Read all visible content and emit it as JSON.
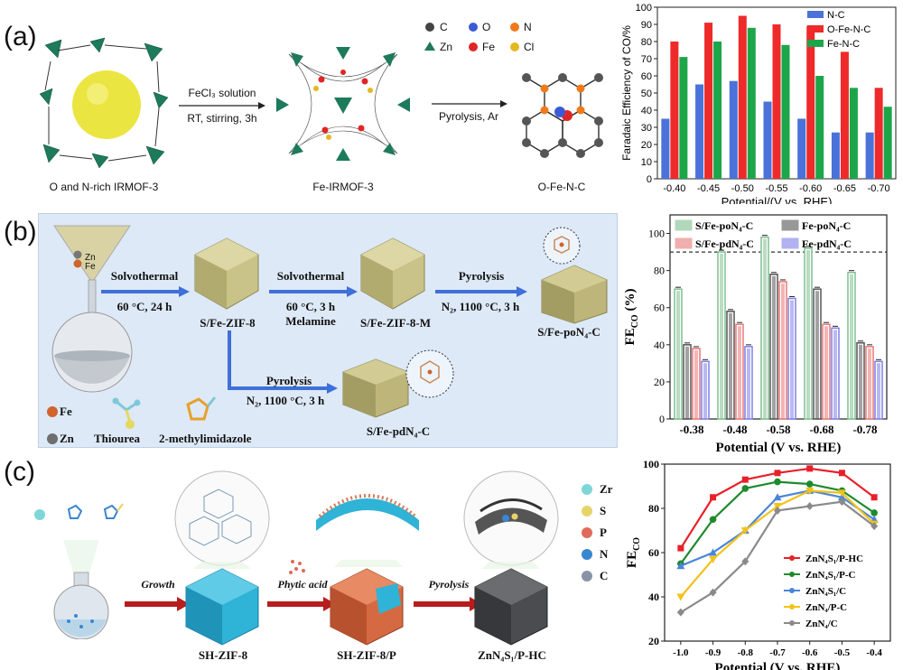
{
  "panels": {
    "a": {
      "letter": "(a)",
      "structures": [
        "O and N-rich IRMOF-3",
        "Fe-IRMOF-3",
        "O-Fe-N-C"
      ],
      "steps": [
        {
          "line1": "FeCl₃ solution",
          "line2": "RT, stirring, 3h"
        },
        {
          "line1": "Pyrolysis, Ar",
          "line2": ""
        }
      ],
      "atom_legend": [
        {
          "label": "C",
          "color": "#444444",
          "shape": "circle"
        },
        {
          "label": "O",
          "color": "#3b5bd6",
          "shape": "circle"
        },
        {
          "label": "N",
          "color": "#f07a1a",
          "shape": "circle"
        },
        {
          "label": "Zn",
          "color": "#1f7a55",
          "shape": "triangle"
        },
        {
          "label": "Fe",
          "color": "#e02525",
          "shape": "circle"
        },
        {
          "label": "Cl",
          "color": "#e5b820",
          "shape": "circle"
        }
      ]
    },
    "b": {
      "letter": "(b)",
      "labels": {
        "sfe_zif8": "S/Fe-ZIF-8",
        "sfe_zif8m": "S/Fe-ZIF-8-M",
        "sfe_pon4c": "S/Fe-poN₄-C",
        "sfe_pdn4c": "S/Fe-pdN₄-C"
      },
      "steps": {
        "s1": {
          "line1": "Solvothermal",
          "line2": "60 °C, 24 h"
        },
        "s2": {
          "line1": "Solvothermal",
          "line2": "60 °C, 3 h",
          "line3": "Melamine"
        },
        "s3": {
          "line1": "Pyrolysis",
          "line2": "N₂, 1100 °C, 3 h"
        },
        "s4": {
          "line1": "Pyrolysis",
          "line2": "N₂, 1100 °C, 3 h"
        }
      },
      "legend": {
        "fe": "Fe",
        "zn": "Zn",
        "thiourea": "Thiourea",
        "mim": "2-methylimidazole"
      },
      "flask_labels": {
        "zn": "Zn",
        "fe": "Fe"
      }
    },
    "c": {
      "letter": "(c)",
      "steps": {
        "growth": "Growth",
        "phytic": "Phytic acid",
        "pyrolysis": "Pyrolysis"
      },
      "labels": {
        "sh_zif8": "SH-ZIF-8",
        "sh_zif8p": "SH-ZIF-8/P",
        "product": "ZnN₄S₁/P-HC"
      },
      "element_legend": [
        {
          "label": "Zr",
          "color": "#7ed6d8"
        },
        {
          "label": "S",
          "color": "#e8d36a"
        },
        {
          "label": "P",
          "color": "#e06a5a"
        },
        {
          "label": "N",
          "color": "#3a86d0"
        },
        {
          "label": "C",
          "color": "#8a93a6"
        }
      ]
    }
  },
  "chart_data": [
    {
      "type": "bar",
      "ylabel": "Faradaic Efficiency of CO/%",
      "xlabel": "Potential/(V vs. RHE)",
      "categories": [
        "-0.40",
        "-0.45",
        "-0.50",
        "-0.55",
        "-0.60",
        "-0.65",
        "-0.70"
      ],
      "ylim": [
        0,
        100
      ],
      "yticks": [
        0,
        10,
        20,
        30,
        40,
        50,
        60,
        70,
        80,
        90,
        100
      ],
      "legend_position": "top-right",
      "series": [
        {
          "name": "N-C",
          "color": "#4a72d8",
          "values": [
            35,
            55,
            57,
            45,
            35,
            27,
            27
          ]
        },
        {
          "name": "O-Fe-N-C",
          "color": "#ee2a2a",
          "values": [
            80,
            91,
            95,
            90,
            89,
            74,
            53
          ]
        },
        {
          "name": "Fe-N-C",
          "color": "#1ca64a",
          "values": [
            71,
            80,
            88,
            78,
            60,
            53,
            42
          ]
        }
      ]
    },
    {
      "type": "bar",
      "ylabel": "FE",
      "ylabel_sub": "CO",
      "ylabel_suffix": " (%)",
      "xlabel": "Potential (V vs. RHE)",
      "categories": [
        "-0.38",
        "-0.48",
        "-0.58",
        "-0.68",
        "-0.78"
      ],
      "ylim": [
        0,
        110
      ],
      "yticks": [
        0,
        20,
        40,
        60,
        80,
        100
      ],
      "reference_line": 90,
      "legend_position": "top",
      "series": [
        {
          "name": "S/Fe-poN₄-C",
          "color": "#7fbf8f",
          "values": [
            70,
            90,
            98,
            92,
            79
          ]
        },
        {
          "name": "Fe-poN₄-C",
          "color": "#555555",
          "values": [
            40,
            58,
            78,
            70,
            41
          ]
        },
        {
          "name": "S/Fe-pdN₄-C",
          "color": "#e97979",
          "values": [
            38,
            51,
            74,
            51,
            39
          ]
        },
        {
          "name": "Fe-pdN₄-C",
          "color": "#7f7fe8",
          "values": [
            31,
            39,
            65,
            49,
            31
          ]
        }
      ]
    },
    {
      "type": "line",
      "ylabel": "FE",
      "ylabel_sub": "CO",
      "xlabel": "Potential (V vs. RHE)",
      "x": [
        -1.0,
        -0.9,
        -0.8,
        -0.7,
        -0.6,
        -0.5,
        -0.4
      ],
      "xticks": [
        "-1.0",
        "-0.9",
        "-0.8",
        "-0.7",
        "-0.6",
        "-0.5",
        "-0.4"
      ],
      "ylim": [
        20,
        100
      ],
      "yticks": [
        20,
        40,
        60,
        80,
        100
      ],
      "legend_position": "bottom-right",
      "series": [
        {
          "name": "ZnN₄S₁/P-HC",
          "color": "#e8202a",
          "marker": "square",
          "values": [
            62,
            85,
            93,
            96,
            98,
            96,
            85
          ]
        },
        {
          "name": "ZnN₄S₁/P-C",
          "color": "#1e8a2e",
          "marker": "circle",
          "values": [
            55,
            75,
            89,
            92,
            91,
            88,
            78
          ]
        },
        {
          "name": "ZnN₄S₁/C",
          "color": "#4a86d8",
          "marker": "triangle",
          "values": [
            54,
            60,
            70,
            85,
            88,
            85,
            75
          ]
        },
        {
          "name": "ZnN₄/P-C",
          "color": "#f2c21a",
          "marker": "triangle-down",
          "values": [
            40,
            57,
            70,
            81,
            88,
            87,
            73
          ]
        },
        {
          "name": "ZnN₄/C",
          "color": "#8a8a8a",
          "marker": "diamond",
          "values": [
            33,
            42,
            56,
            79,
            81,
            83,
            72
          ]
        }
      ]
    }
  ]
}
